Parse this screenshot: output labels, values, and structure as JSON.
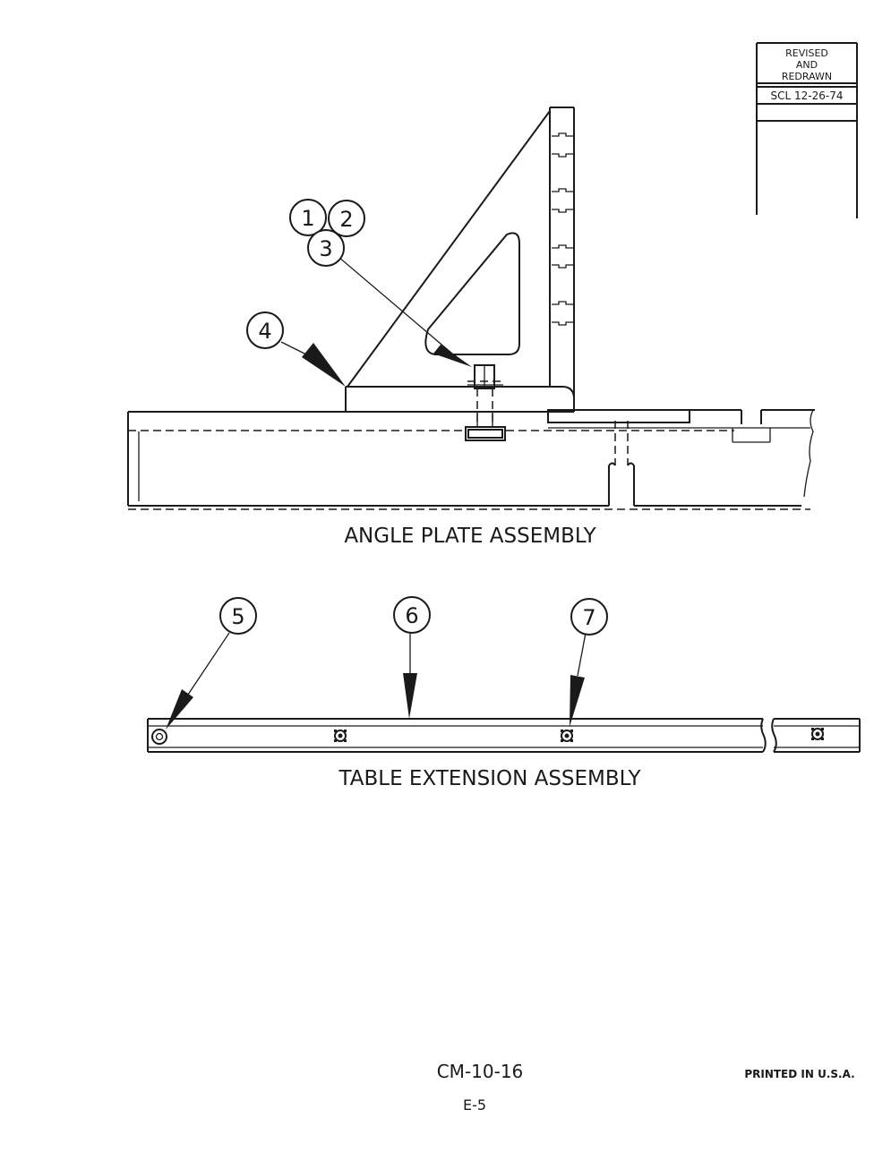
{
  "revision_block": {
    "line1": "REVISED",
    "line2": "AND",
    "line3": "REDRAWN",
    "stamp": "SCL 12-26-74"
  },
  "angle_plate_assembly": {
    "title": "ANGLE PLATE ASSEMBLY",
    "callouts": [
      "1",
      "2",
      "3",
      "4"
    ]
  },
  "table_extension_assembly": {
    "title": "TABLE EXTENSION ASSEMBLY",
    "callouts": [
      "5",
      "6",
      "7"
    ]
  },
  "footer": {
    "doc_number": "CM-10-16",
    "page_number": "E-5",
    "printed": "PRINTED IN U.S.A."
  }
}
